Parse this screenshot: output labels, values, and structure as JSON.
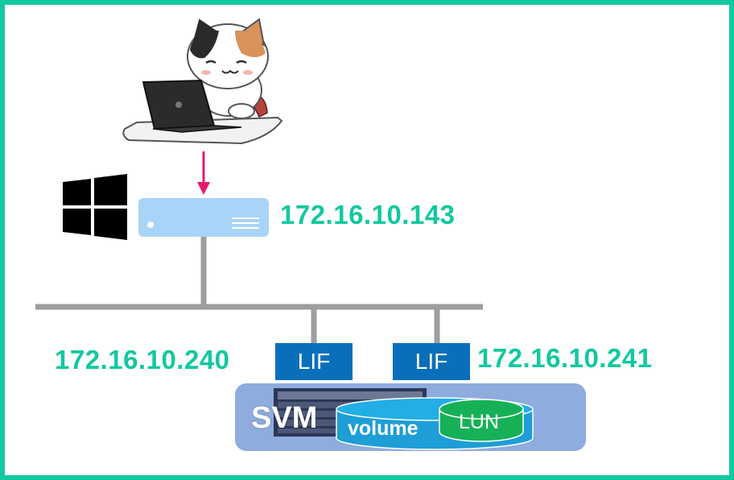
{
  "colors": {
    "frame_border": "#12c8a0",
    "ip_text": "#12c8a0",
    "arrow": "#e6196e",
    "network_line": "#9e9e9e",
    "lif_box": "#0a6fba",
    "svm_panel": "#8eacde",
    "volume_cylinder": "#22aee6",
    "lun_cylinder": "#16b157",
    "client_server": "#a8d4f7"
  },
  "icons": {
    "user": "cat-with-laptop-icon",
    "os": "windows-logo-icon",
    "host": "server-icon",
    "storage": "storage-array-icon"
  },
  "client": {
    "ip": "172.16.10.143"
  },
  "lifs": [
    {
      "label": "LIF",
      "ip": "172.16.10.240"
    },
    {
      "label": "LIF",
      "ip": "172.16.10.241"
    }
  ],
  "svm": {
    "label": "SVM",
    "volume_label": "volume",
    "lun_label": "LUN"
  }
}
